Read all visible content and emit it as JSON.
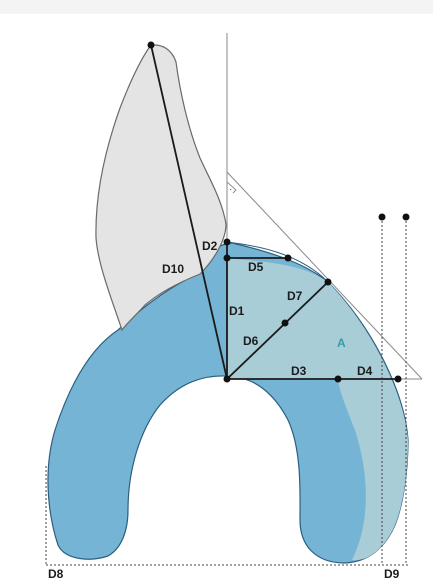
{
  "diagram": {
    "labels": {
      "d1": "D1",
      "d2": "D2",
      "d3": "D3",
      "d4": "D4",
      "d5": "D5",
      "d6": "D6",
      "d7": "D7",
      "d8": "D8",
      "d9": "D9",
      "d10": "D10",
      "area": "A"
    },
    "colors": {
      "bone": "#76b4d5",
      "bone_outline": "#2c5f7d",
      "area_a": "#a8cdd6",
      "area_a_label": "#3b9aa8",
      "tooth": "#e4e4e4",
      "tooth_outline": "#6a6a6a",
      "lines": "#1a1a1a",
      "guide_lines": "#8a8a8a"
    },
    "right_angle_mark": "·"
  }
}
